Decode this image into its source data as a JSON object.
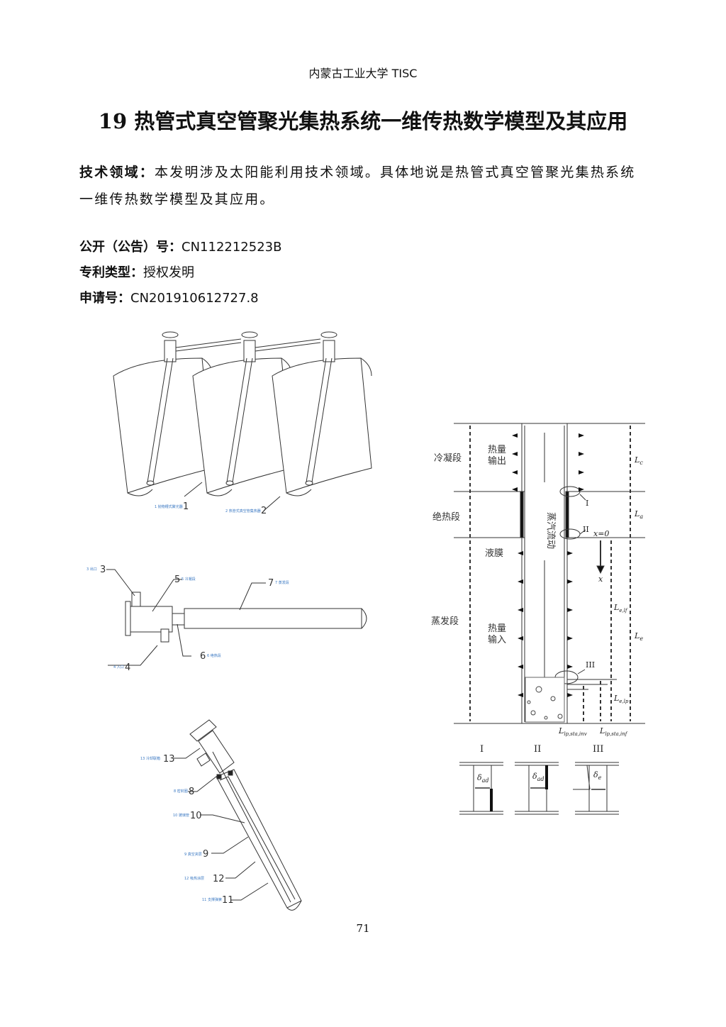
{
  "header": "内蒙古工业大学 TISC",
  "title": "19 热管式真空管聚光集热系统一维传热数学模型及其应用",
  "field": {
    "label": "技术领域：",
    "text": "本发明涉及太阳能利用技术领域。具体地说是热管式真空管聚光集热系统一维传热数学模型及其应用。"
  },
  "info": [
    {
      "label": "公开（公告）号：",
      "value": "CN112212523B"
    },
    {
      "label": "专利类型：",
      "value": "授权发明"
    },
    {
      "label": "申请号：",
      "value": "CN201910612727.8"
    }
  ],
  "fig1": {
    "labels": [
      {
        "num": "1",
        "text": "1 抛物槽式聚光器"
      },
      {
        "num": "2",
        "text": "2 热管式真空管集热器"
      }
    ]
  },
  "fig2": {
    "labels": [
      {
        "num": "3",
        "text": "3 出口"
      },
      {
        "num": "4",
        "text": "4 入口"
      },
      {
        "num": "5",
        "text": "5 冷凝段"
      },
      {
        "num": "6",
        "text": "6 绝热段"
      },
      {
        "num": "7",
        "text": "7 蒸发段"
      }
    ]
  },
  "fig3": {
    "labels": [
      {
        "num": "13",
        "text": "13 冷却联箱"
      },
      {
        "num": "8",
        "text": "8 密封圈"
      },
      {
        "num": "10",
        "text": "10 玻璃管"
      },
      {
        "num": "9",
        "text": "9 真空夹层"
      },
      {
        "num": "12",
        "text": "12 吸热涂层"
      },
      {
        "num": "11",
        "text": "11 支撑弹簧"
      }
    ]
  },
  "fig4": {
    "sections": [
      "冷凝段",
      "绝热段",
      "蒸发段"
    ],
    "heat_out": [
      "热量",
      "输出"
    ],
    "heat_in": [
      "热量",
      "输入"
    ],
    "film": "液膜",
    "vapor": "蒸汽流动",
    "marks": [
      "I",
      "II",
      "III"
    ],
    "origin": "x=0",
    "axis": "x",
    "lengths": {
      "Lc": "L",
      "Lc_sub": "c",
      "La": "L",
      "La_sub": "a",
      "Le": "L",
      "Le_sub": "e",
      "Lelf": "L",
      "Lelf_sub": "e,lf",
      "Lelp": "L",
      "Lelp_sub": "e,lp",
      "Linv": "L",
      "Linv_sub": "lp,sta,inv",
      "Linf": "L",
      "Linf_sub": "lp,sta,inf"
    }
  },
  "fig5": {
    "panels": [
      {
        "title": "I",
        "delta": "δ",
        "sub": "ad"
      },
      {
        "title": "II",
        "delta": "δ",
        "sub": "ad"
      },
      {
        "title": "III",
        "delta": "δ",
        "sub": "e"
      }
    ]
  },
  "page_number": "71"
}
